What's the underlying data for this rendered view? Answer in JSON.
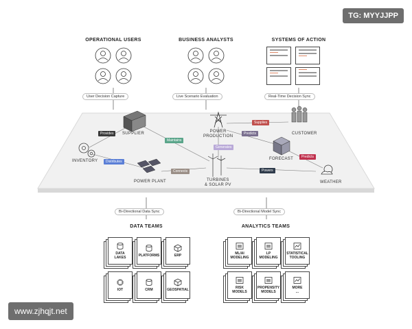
{
  "watermarks": {
    "tg": "TG: MYYJJPP",
    "web": "www.zjhqjt.net"
  },
  "top_sections": {
    "operational_users": "OPERATIONAL USERS",
    "business_analysts": "BUSINESS ANALYSTS",
    "systems_of_action": "SYSTEMS OF ACTION"
  },
  "top_pills": {
    "user_decision": "User Decision Capture",
    "live_scenario": "Live Scenario Evaluation",
    "realtime_sync": "Real-Time Decision Sync"
  },
  "nodes": {
    "supplier": "SUPPLIER",
    "inventory": "INVENTORY",
    "power_plant": "POWER PLANT",
    "power_production": "POWER\nPRODUCTION",
    "customer": "CUSTOMER",
    "forecast": "FORECAST",
    "turbines": "TURBINES\n& SOLAR PV",
    "weather": "WEATHER"
  },
  "edges": {
    "provides": "Provides",
    "maintains": "Maintains",
    "distributes": "Distributes",
    "connects": "Connects",
    "supplies": "Supplies",
    "predicts1": "Predicts",
    "predicts2": "Predicts",
    "generates": "Generates",
    "powers": "Powers"
  },
  "bottom_pills": {
    "data_sync": "Bi-Directional Data Sync",
    "model_sync": "Bi-Directional Model Sync"
  },
  "bottom_sections": {
    "data_teams": "DATA TEAMS",
    "analytics_teams": "ANALYTICS TEAMS"
  },
  "data_cards": [
    "DATA\nLAKES",
    "PLATFORMS",
    "ERP",
    "IOT",
    "CRM",
    "GEOSPATIAL"
  ],
  "analytics_cards": [
    "ML/AI\nMODELING",
    "LP\nMODELING",
    "STATISTICAL\nTOOLING",
    "RISK\nMODELS",
    "PROPENSITY\nMODELS",
    "MORE\n..."
  ],
  "colors": {
    "provides": "#3a3a3a",
    "maintains": "#5aa58a",
    "distributes": "#5b7fd6",
    "connects": "#9a8e86",
    "supplies": "#c0504d",
    "predicts1": "#7a6f8f",
    "predicts2": "#c0304d",
    "generates": "#b9a9d8",
    "powers": "#2f3b4b"
  }
}
